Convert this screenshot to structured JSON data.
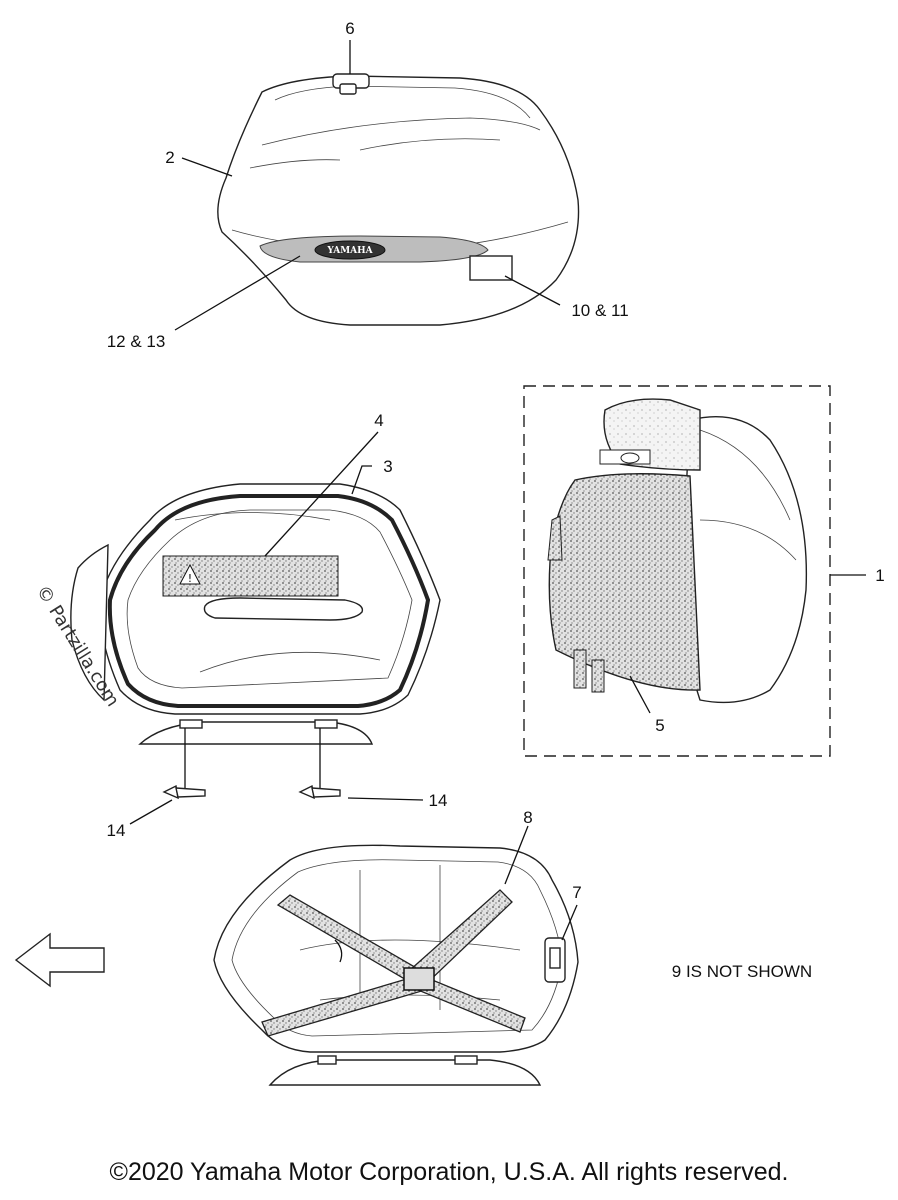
{
  "callouts": {
    "c1": "1",
    "c2": "2",
    "c3": "3",
    "c4": "4",
    "c5": "5",
    "c6": "6",
    "c7": "7",
    "c8": "8",
    "c10_11": "10 & 11",
    "c12_13": "12 & 13",
    "c14a": "14",
    "c14b": "14"
  },
  "note": "9 IS NOT SHOWN",
  "brand_text": "YAMAHA",
  "watermark": "© Partzilla.com",
  "copyright": "©2020 Yamaha Motor Corporation, U.S.A. All rights reserved."
}
